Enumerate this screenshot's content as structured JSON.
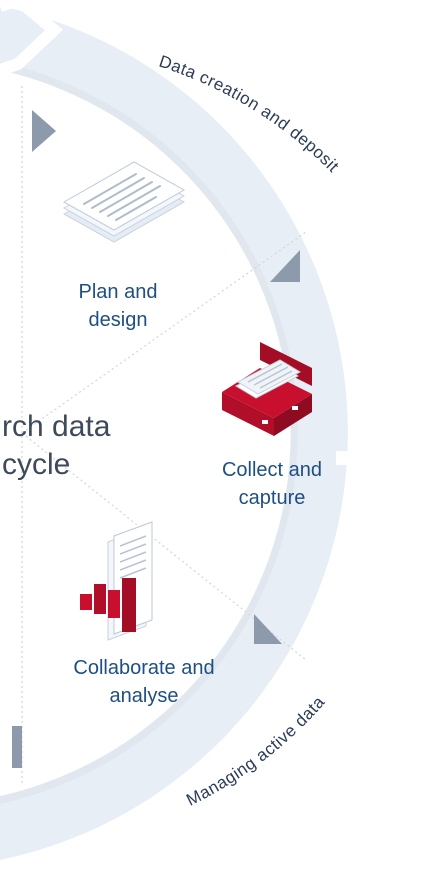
{
  "outer_ring": {
    "arc_labels": {
      "data_creation": "Data creation and deposit",
      "managing_active": "Managing active data"
    },
    "colors": {
      "ring_fill": "#e8eef5",
      "ring_shadow": "#dbe3ec",
      "ring_outline": "#ffffff",
      "arc_text": "#2b3c57"
    }
  },
  "center": {
    "title_line1": "rch data",
    "title_line2": "cycle",
    "color": "#3e4a5a"
  },
  "stages": [
    {
      "id": "plan",
      "line1": "Plan and",
      "line2": "design",
      "icon": "document-stack-icon"
    },
    {
      "id": "collect",
      "line1": "Collect and",
      "line2": "capture",
      "icon": "briefcase-icon"
    },
    {
      "id": "analyse",
      "line1": "Collaborate and",
      "line2": "analyse",
      "icon": "bar-chart-document-icon"
    }
  ],
  "colors": {
    "stage_text": "#1e4f84",
    "accent_red": "#c8102e",
    "arrow_gray": "#8c9aab",
    "divider": "#cfd6de"
  }
}
